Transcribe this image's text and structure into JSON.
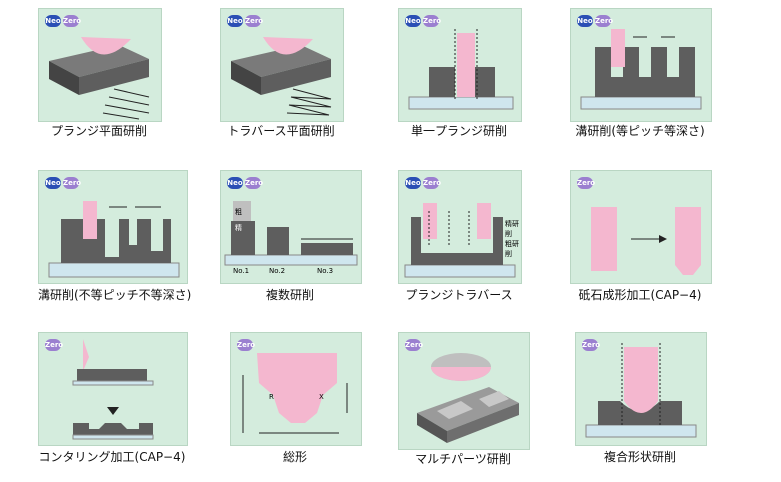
{
  "badges": {
    "neo": "Neo",
    "zero": "Zero"
  },
  "cells": [
    {
      "label": "プランジ平面研削",
      "badges": [
        "neo",
        "zero"
      ]
    },
    {
      "label": "トラバース平面研削",
      "badges": [
        "neo",
        "zero"
      ]
    },
    {
      "label": "単一プランジ研削",
      "badges": [
        "neo",
        "zero"
      ]
    },
    {
      "label": "溝研削(等ピッチ等深さ)",
      "badges": [
        "neo",
        "zero"
      ]
    },
    {
      "label": "溝研削(不等ピッチ不等深さ)",
      "badges": [
        "neo",
        "zero"
      ]
    },
    {
      "label": "複数研削",
      "badges": [
        "neo",
        "zero"
      ]
    },
    {
      "label": "プランジトラバース",
      "badges": [
        "neo",
        "zero"
      ]
    },
    {
      "label": "砥石成形加工(CAP−4)",
      "badges": [
        "zero"
      ]
    },
    {
      "label": "コンタリング加工(CAP−4)",
      "badges": [
        "zero"
      ]
    },
    {
      "label": "総形",
      "badges": [
        "zero"
      ]
    },
    {
      "label": "マルチパーツ研削",
      "badges": [
        "zero"
      ]
    },
    {
      "label": "複合形状研削",
      "badges": [
        "zero"
      ]
    }
  ],
  "annotations": {
    "multi": {
      "rough": "粗",
      "fine": "精",
      "no1": "No.1",
      "no2": "No.2",
      "no3": "No.3"
    },
    "plunge_traverse": {
      "fine": "精研削",
      "rough": "粗研削"
    },
    "form": {
      "r": "R",
      "x": "X"
    }
  },
  "colors": {
    "panel": "#d4ecdd",
    "wheel": "#f4b7cf",
    "work": "#5e5e5e",
    "table": "#cfe6ee"
  }
}
